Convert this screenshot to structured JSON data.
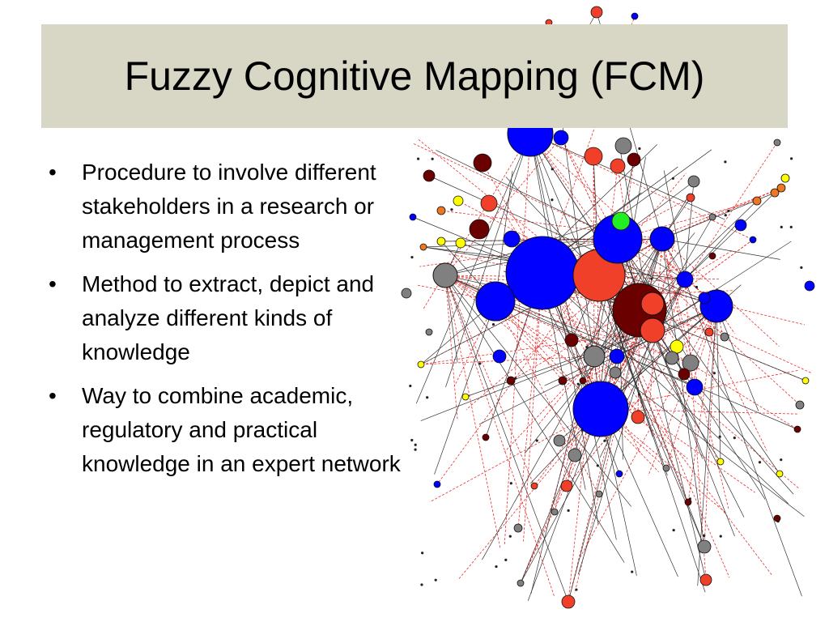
{
  "slide": {
    "title": "Fuzzy Cognitive Mapping (FCM)",
    "bullets": [
      "Procedure to involve different stakeholders in a research or management process",
      "Method to extract, depict and analyze different kinds of knowledge",
      "Way to combine academic, regulatory and practical knowledge in an expert network"
    ]
  },
  "colors": {
    "title_band": "#d8d6c4",
    "node_blue": "#0000ff",
    "node_red": "#f0402a",
    "node_dark_red": "#6b0000",
    "node_gray": "#808080",
    "node_yellow": "#ffff00",
    "node_green": "#22ee22",
    "node_orange": "#ee7722",
    "edge_dashed": "#e83030",
    "edge_solid": "#333333"
  },
  "figure": {
    "description_icon": "network-graph-icon"
  }
}
